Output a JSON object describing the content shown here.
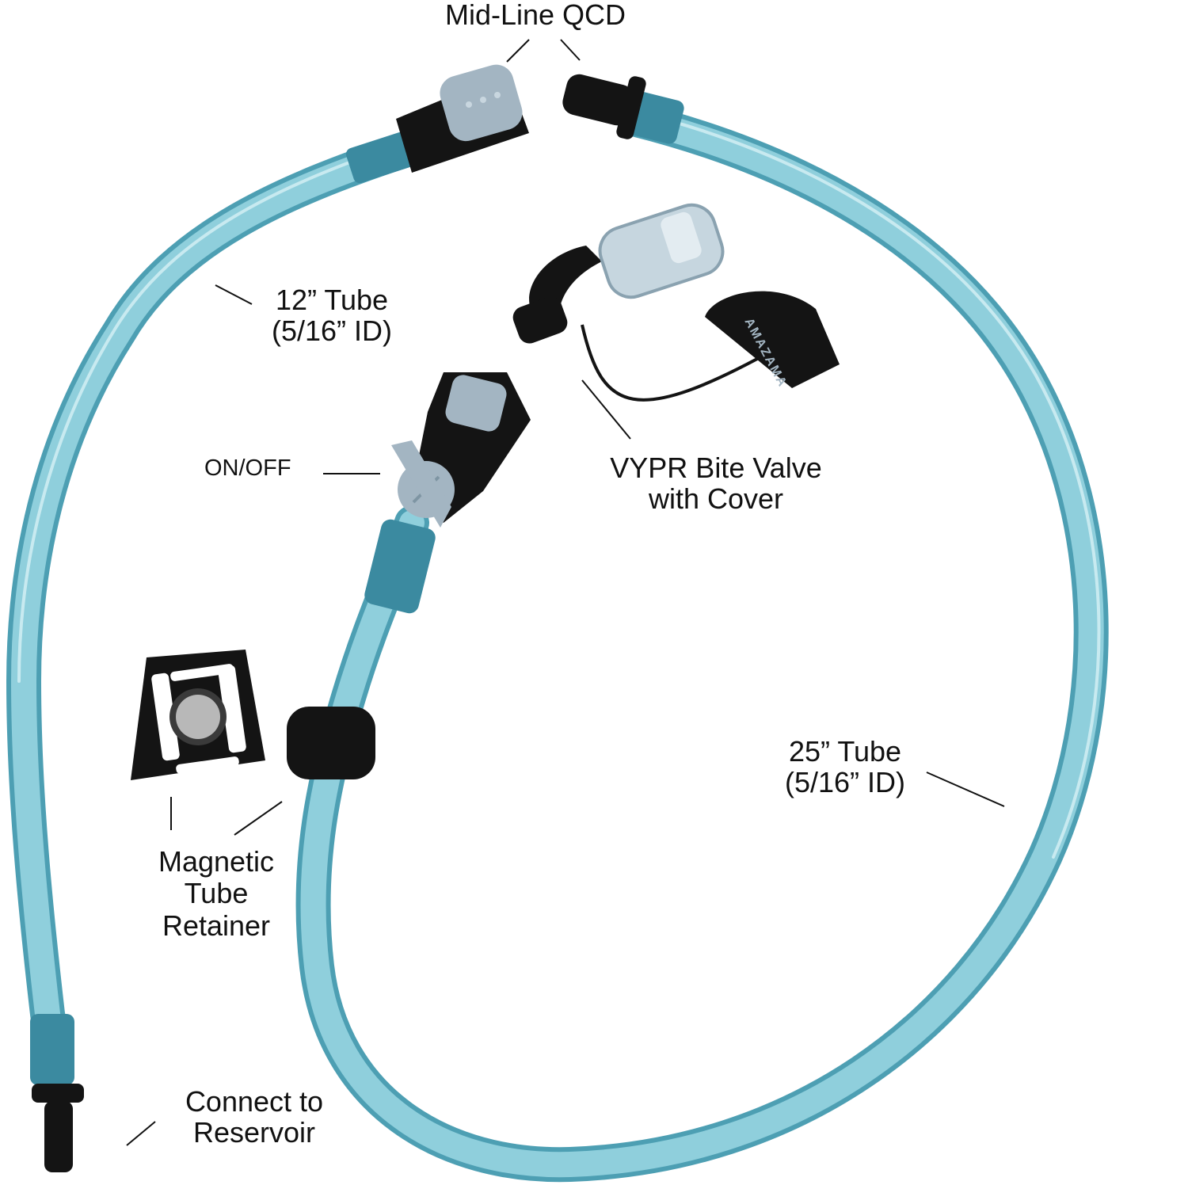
{
  "labels": {
    "mid_line_qcd": "Mid-Line QCD",
    "tube_12": "12” Tube\n(5/16” ID)",
    "on_off": "ON/OFF",
    "vypr": "VYPR Bite Valve\nwith Cover",
    "tube_25": "25” Tube\n(5/16” ID)",
    "magnetic": "Magnetic\nTube\nRetainer",
    "connect": "Connect to\nReservoir",
    "brand": "AMAZAMA"
  },
  "colors": {
    "tube": "#7fc3d1",
    "tube_edge": "#4d9fb3",
    "tube_dark": "#3b8aa0",
    "fitting_black": "#141414",
    "tab_gray": "#a3b5c2",
    "valve_clear": "#c6d6df"
  }
}
